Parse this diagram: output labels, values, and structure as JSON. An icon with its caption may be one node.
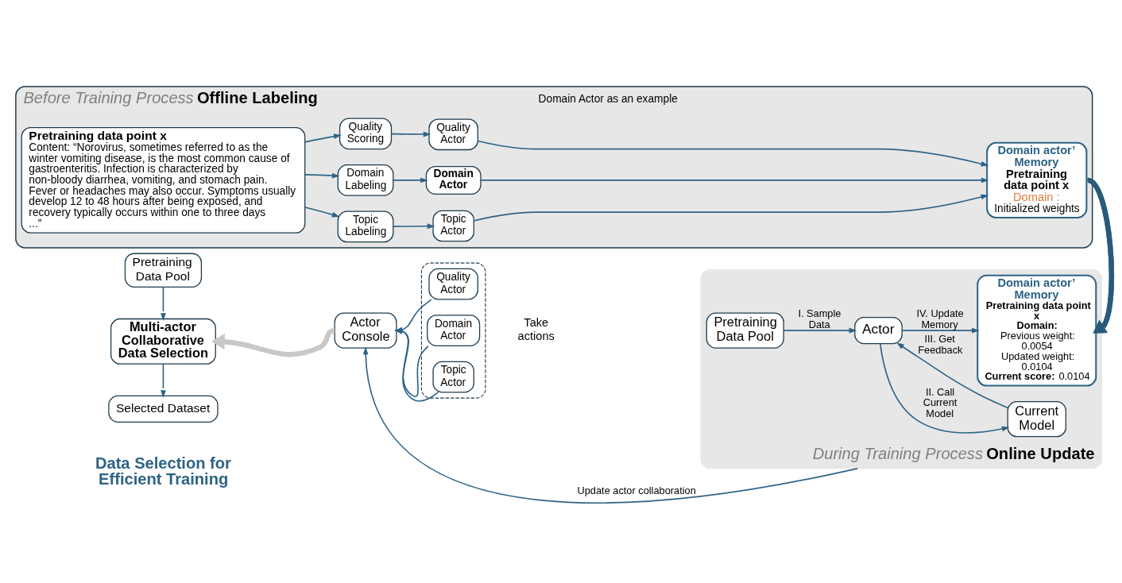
{
  "diagram": {
    "nodes": [
      {
        "text": [
          "Before Training Process",
          "Offline Labeling"
        ],
        "beside": [
          "Domain Actor as an example"
        ]
      },
      {
        "text": [
          "Pretraining data point x",
          "Content: “Norovirus, sometimes referred to as the winter vomiting disease, is the most common cause of gastroenteritis. Infection is characterized by non-bloody diarrhea, vomiting, and stomach pain. Fever or headaches may also occur. Symptoms usually develop 12 to 48 hours after being exposed, and recovery typically occurs within one to three days ...”"
        ],
        "in": 0
      },
      {
        "text": [
          "Quality Scoring"
        ],
        "in": 0
      },
      {
        "text": [
          "Domain Labeling"
        ],
        "in": 0
      },
      {
        "text": [
          "Topic Labeling"
        ],
        "in": 0
      },
      {
        "text": [
          "Quality Actor"
        ],
        "in": 0
      },
      {
        "text": [
          "Domain Actor"
        ],
        "in": 0
      },
      {
        "text": [
          "Topic Actor"
        ],
        "in": 0
      },
      {
        "text": [
          "Domain actor’ Memory",
          "Pretraining data point x",
          "Domain :",
          "Initialized weights"
        ],
        "in": 0
      },
      {
        "text": [
          "Pretraining Data Pool"
        ]
      },
      {
        "text": [
          "Multi-actor Collaborative Data Selection"
        ]
      },
      {
        "text": [
          "Selected Dataset"
        ]
      },
      {
        "text": [
          "Actor Console"
        ]
      },
      {
        "text": [],
        "shape": "box"
      },
      {
        "text": [
          "Quality Actor"
        ],
        "in": 13
      },
      {
        "text": [
          "Domain Actor"
        ],
        "in": 13
      },
      {
        "text": [
          "Topic Actor"
        ],
        "in": 13
      },
      {
        "text": [
          "During Training Process",
          "Online Update"
        ]
      },
      {
        "text": [
          "Pretraining Data Pool"
        ],
        "in": 17
      },
      {
        "text": [
          "Actor"
        ],
        "in": 17
      },
      {
        "text": [
          "Current Model"
        ],
        "in": 17
      },
      {
        "text": [
          "Domain actor’ Memory",
          "Pretraining data point x",
          "Domain:",
          "Previous weight: 0.0054",
          "Updated weight: 0.0104",
          "**Current score:** 0.0104"
        ],
        "in": 17
      }
    ],
    "edges": [
      {
        "from": 1,
        "to": 2,
        "arrow": "to"
      },
      {
        "from": 1,
        "to": 3,
        "arrow": "to"
      },
      {
        "from": 1,
        "to": 4,
        "arrow": "to"
      },
      {
        "from": 2,
        "to": 5,
        "arrow": "to"
      },
      {
        "from": 3,
        "to": 6,
        "arrow": "to"
      },
      {
        "from": 4,
        "to": 7,
        "arrow": "to"
      },
      {
        "from": 5,
        "to": 8,
        "arrow": "to"
      },
      {
        "from": 6,
        "to": 8,
        "arrow": "to"
      },
      {
        "from": 7,
        "to": 8,
        "arrow": "to"
      },
      {
        "from": 8,
        "to": 21,
        "arrow": "to",
        "style": "thick",
        "color": "#285a7a"
      },
      {
        "from": 9,
        "to": 10,
        "arrow": "to"
      },
      {
        "from": 10,
        "to": 11,
        "arrow": "to"
      },
      {
        "from": 12,
        "to": 10,
        "arrow": "to",
        "style": "thick",
        "color": "#c8c8c8"
      },
      {
        "from": 14,
        "to": 12,
        "arrow": "to"
      },
      {
        "from": 15,
        "to": 12,
        "arrow": "to"
      },
      {
        "from": 16,
        "to": 12,
        "arrow": "to"
      },
      {
        "from": 17,
        "to": 12,
        "arrow": "to",
        "label": "Update actor collaboration"
      },
      {
        "from": 18,
        "to": 19,
        "arrow": "to",
        "label": "I. Sample Data"
      },
      {
        "from": 19,
        "to": 20,
        "arrow": "to",
        "label": "II. Call Current Model"
      },
      {
        "from": 20,
        "to": 19,
        "arrow": "to",
        "label": "III. Get Feedback"
      },
      {
        "from": 19,
        "to": 21,
        "arrow": "to",
        "label": "IV. Update Memory"
      }
    ],
    "labels": [
      "Data Selection for Efficient Training",
      "Take actions"
    ]
  }
}
